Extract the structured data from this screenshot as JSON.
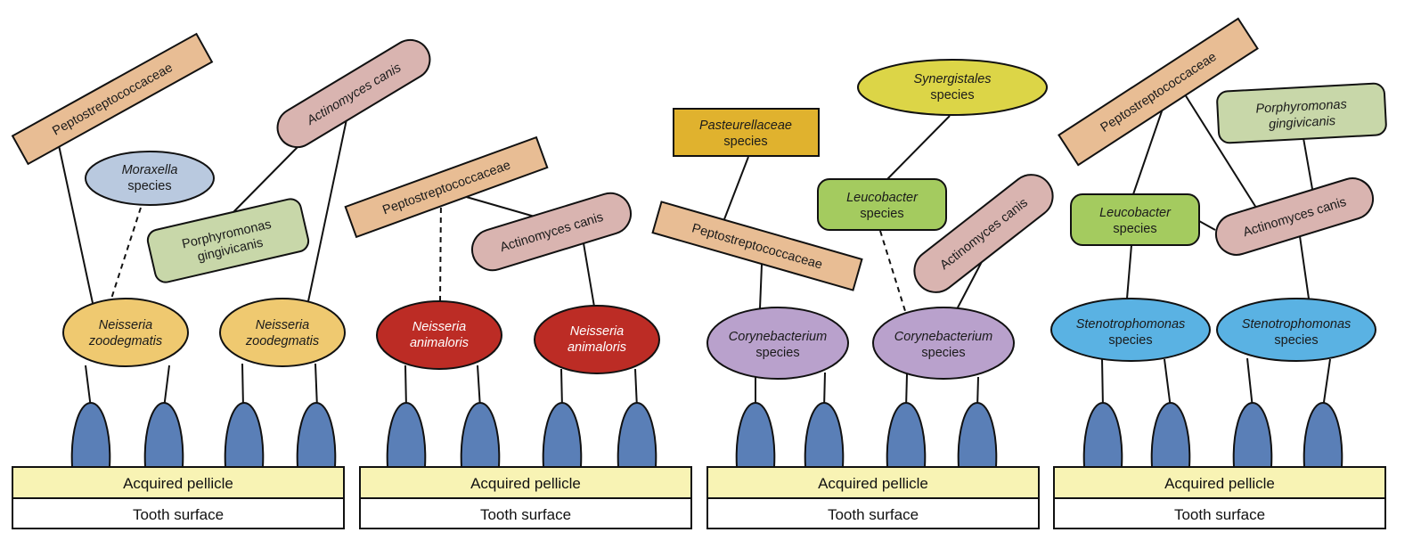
{
  "panels": [
    {
      "pellicle": "Acquired pellicle",
      "surface": "Tooth surface",
      "anchors": [
        {
          "line1": "Neisseria",
          "line2": "zoodegmatis"
        },
        {
          "line1": "Neisseria",
          "line2": "zoodegmatis"
        }
      ],
      "colonizers": [
        {
          "line1": "Peptostreptococcaceae"
        },
        {
          "line1": "Actinomyces canis"
        },
        {
          "line1": "Moraxella",
          "line2": "species"
        },
        {
          "line1": "Porphyromonas",
          "line2": "gingivicanis"
        }
      ]
    },
    {
      "pellicle": "Acquired pellicle",
      "surface": "Tooth surface",
      "anchors": [
        {
          "line1": "Neisseria",
          "line2": "animaloris"
        },
        {
          "line1": "Neisseria",
          "line2": "animaloris"
        }
      ],
      "colonizers": [
        {
          "line1": "Peptostreptococcaceae"
        },
        {
          "line1": "Actinomyces canis"
        }
      ]
    },
    {
      "pellicle": "Acquired pellicle",
      "surface": "Tooth surface",
      "anchors": [
        {
          "line1": "Corynebacterium",
          "line2": "species"
        },
        {
          "line1": "Corynebacterium",
          "line2": "species"
        }
      ],
      "colonizers": [
        {
          "line1": "Pasteurellaceae",
          "line2": "species"
        },
        {
          "line1": "Synergistales",
          "line2": "species"
        },
        {
          "line1": "Leucobacter",
          "line2": "species"
        },
        {
          "line1": "Peptostreptococcaceae"
        },
        {
          "line1": "Actinomyces canis"
        }
      ]
    },
    {
      "pellicle": "Acquired pellicle",
      "surface": "Tooth surface",
      "anchors": [
        {
          "line1": "Stenotrophomonas",
          "line2": "species"
        },
        {
          "line1": "Stenotrophomonas",
          "line2": "species"
        }
      ],
      "colonizers": [
        {
          "line1": "Peptostreptococcaceae"
        },
        {
          "line1": "Porphyromonas",
          "line2": "gingivicanis"
        },
        {
          "line1": "Leucobacter",
          "line2": "species"
        },
        {
          "line1": "Actinomyces canis"
        }
      ]
    }
  ],
  "colors": {
    "peptostreptococcaceae": "#e8bd94",
    "actinomyces": "#d9b4b0",
    "moraxella": "#b9c9df",
    "porphyromonas": "#c8d7a9",
    "zoodegmatis": "#efc970",
    "animaloris": "#bc2c25",
    "corynebacterium": "#b9a1cc",
    "pasteurellaceae": "#e0b22e",
    "synergistales": "#dcd547",
    "leucobacter": "#a4cb5f",
    "stenotrophomonas": "#5ab2e3",
    "receptor": "#5a7fb7",
    "pellicle": "#f8f3b4",
    "surface": "#ffffff"
  }
}
